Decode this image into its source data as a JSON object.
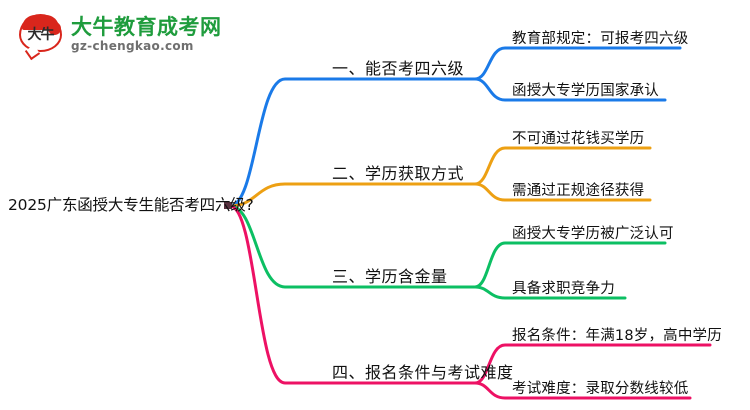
{
  "logo": {
    "mark_text": "大牛",
    "name_cn": "大牛教育成考网",
    "name_en": "gz-chengkao.com",
    "colors": {
      "red": "#d9261c",
      "green": "#1f9c3d",
      "gray": "#6f6f6f"
    }
  },
  "mindmap": {
    "root": {
      "label": "2025广东函授大专生能否考四六级?"
    },
    "branches": [
      {
        "label": "一、能否考四六级",
        "color": "#1a7ae8",
        "children": [
          {
            "label": "教育部规定：可报考四六级"
          },
          {
            "label": "函授大专学历国家承认"
          }
        ]
      },
      {
        "label": "二、学历获取方式",
        "color": "#eda013",
        "children": [
          {
            "label": "不可通过花钱买学历"
          },
          {
            "label": "需通过正规途径获得"
          }
        ]
      },
      {
        "label": "三、学历含金量",
        "color": "#0cbf63",
        "children": [
          {
            "label": "函授大专学历被广泛认可"
          },
          {
            "label": "具备求职竞争力"
          }
        ]
      },
      {
        "label": "四、报名条件与考试难度",
        "color": "#ed1164",
        "children": [
          {
            "label": "报名条件：年满18岁，高中学历"
          },
          {
            "label": "考试难度：录取分数线较低"
          }
        ]
      }
    ]
  }
}
